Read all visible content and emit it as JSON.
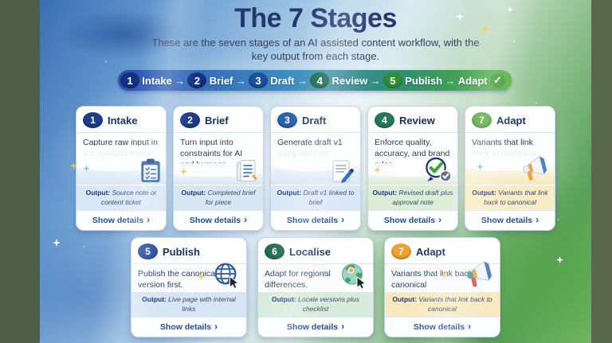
{
  "header": {
    "title": "The 7 Stages",
    "subtitle_line1": "These are the seven stages of an AI assisted content workflow, with the",
    "subtitle_line2": "key output from each stage."
  },
  "stepper": {
    "arrow": "→",
    "final_label": "Adapt",
    "check": "✓",
    "steps": [
      {
        "number": "1",
        "label": "Intake",
        "color": "#15317f"
      },
      {
        "number": "2",
        "label": "Brief",
        "color": "#15317f"
      },
      {
        "number": "3",
        "label": "Draft",
        "color": "#1d4f9c"
      },
      {
        "number": "4",
        "label": "Review",
        "color": "#17684e"
      },
      {
        "number": "5",
        "label": "Publish",
        "color": "#2f8f37"
      }
    ]
  },
  "ui": {
    "output_label": "Output:",
    "link_label": "Show details",
    "chevron": "›"
  },
  "cards_top": [
    {
      "number": "1",
      "title": "Intake",
      "description": "Capture raw input in a consistent format.",
      "output_value": "Source note or content ticket",
      "badge_color": "#1e3c8c",
      "band_color": "#d9e8f7",
      "icon": "clipboard-icon"
    },
    {
      "number": "2",
      "title": "Brief",
      "description": "Turn input into constraints for AI and humans.",
      "output_value": "Completed brief for piece",
      "badge_color": "#1e3c8c",
      "band_color": "#d7e8f3",
      "icon": "brief-document-icon"
    },
    {
      "number": "3",
      "title": "Draft",
      "description": "Generate draft v1 using the brief.",
      "output_value": "Draft v1 linked to brief",
      "badge_color": "#2b63ae",
      "band_color": "#d9e8f7",
      "icon": "document-pen-icon"
    },
    {
      "number": "4",
      "title": "Review",
      "description": "Enforce quality, accuracy, and brand rules.",
      "output_value": "Revised draft plus approval note",
      "badge_color": "#24795a",
      "band_color": "#dcedd6",
      "icon": "check-badge-icon"
    },
    {
      "number": "7",
      "title": "Adapt",
      "description": "Variants that link back to canonical",
      "output_value": "Variants that link back to canonical",
      "badge_color": "#55a83a",
      "band_color": "#f8ecc4",
      "icon": "megaphone-icon"
    }
  ],
  "cards_bottom": [
    {
      "number": "5",
      "title": "Publish",
      "description": "Publish the canonical version first.",
      "output_value": "Live page with internal links",
      "badge_color": "#20479e",
      "band_color": "#d7e6f6",
      "icon": "globe-cursor-icon"
    },
    {
      "number": "6",
      "title": "Localise",
      "description": "Adapt for regional differences.",
      "output_value": "Locale versions plus checklist",
      "badge_color": "#1f6b52",
      "band_color": "#d8ecdb",
      "icon": "earth-pin-cursor-icon"
    },
    {
      "number": "7",
      "title": "Adapt",
      "description": "Variants that link back to canonical",
      "output_value": "Variants that link back to canonical",
      "badge_color": "#f0a22e",
      "band_color": "#f8e9c0",
      "icon": "megaphone-cursor-icon"
    }
  ],
  "colors": {
    "title_color": "#24386f",
    "link_color": "#1d4fa0",
    "bar_left": "#4f5e48",
    "bar_right": "#5a684e",
    "stepper_start": "#2a50b4",
    "stepper_mid1": "#3f8fc0",
    "stepper_mid2": "#2f8f6e",
    "stepper_end": "#55b03c",
    "check_badge": "#3f9a33"
  }
}
